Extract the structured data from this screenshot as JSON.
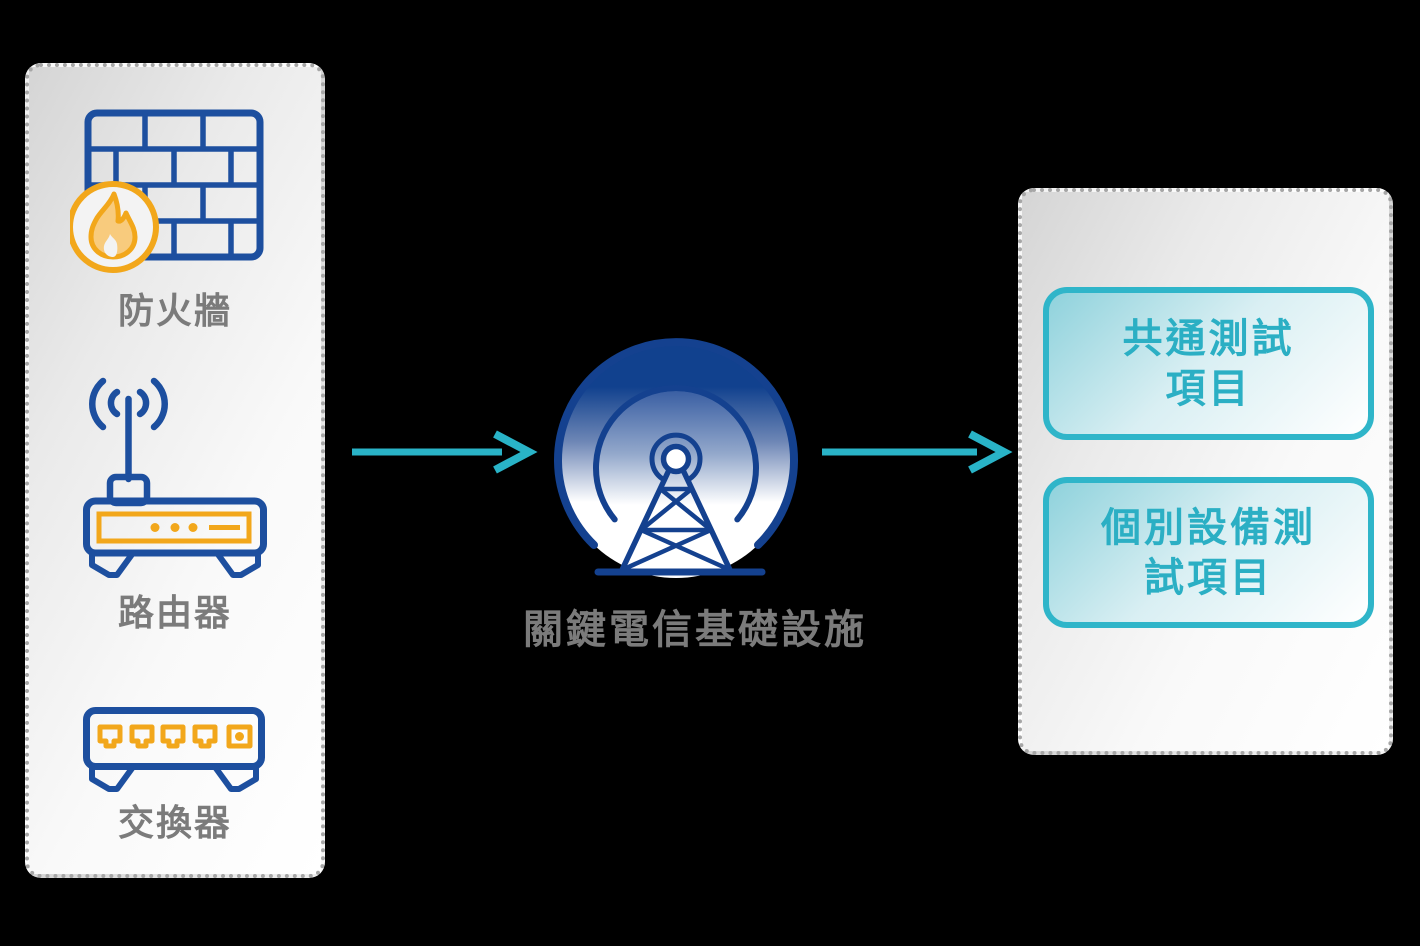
{
  "canvas": {
    "background": "#000000"
  },
  "left_panel": {
    "items": [
      {
        "id": "firewall",
        "label": "防火牆",
        "icon": "firewall-icon"
      },
      {
        "id": "router",
        "label": "路由器",
        "icon": "router-icon"
      },
      {
        "id": "switch",
        "label": "交換器",
        "icon": "switch-icon"
      }
    ]
  },
  "center": {
    "icon": "telecom-tower-icon",
    "label": "關鍵電信基礎設施"
  },
  "right_panel": {
    "boxes": [
      {
        "label": "共通測試項目",
        "line1": "共通測試",
        "line2": "項目"
      },
      {
        "label": "個別設備測試項目",
        "line1": "個別設備測",
        "line2": "試項目"
      }
    ]
  },
  "flow": {
    "arrows": [
      "left-panel-to-tower",
      "tower-to-right-panel"
    ]
  },
  "colors": {
    "navy": "#11418E",
    "icon_blue": "#1D4F9F",
    "amber": "#F2A71B",
    "amber_light": "#F8CB7D",
    "teal": "#29B3C7",
    "teal_text": "#2BAFC4",
    "label_gray": "#7B7B7B",
    "panel_dot_gray": "#A6A6A6"
  }
}
